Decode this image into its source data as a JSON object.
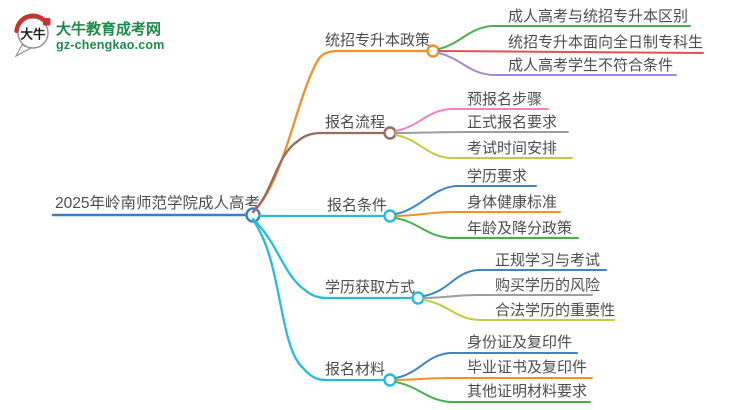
{
  "logo": {
    "icon_text": "大牛",
    "site_name": "大牛教育成考网",
    "site_url": "gz-chengkao.com",
    "brand_green": "#1e8a4a",
    "brand_red": "#c5342f"
  },
  "mindmap": {
    "root": {
      "label": "2025年岭南师范学院成人高考",
      "color": "#3a7fc1"
    },
    "branches": [
      {
        "label": "统招专升本政策",
        "color": "#f0912c",
        "children": [
          {
            "label": "成人高考与统招专升本区别",
            "color": "#4caf50"
          },
          {
            "label": "统招专升本面向全日制专科生",
            "color": "#e05252"
          },
          {
            "label": "成人高考学生不符合条件",
            "color": "#a886d8"
          }
        ]
      },
      {
        "label": "报名流程",
        "color": "#9a6a60",
        "children": [
          {
            "label": "预报名步骤",
            "color": "#ee82c3"
          },
          {
            "label": "正式报名要求",
            "color": "#9e9e9e"
          },
          {
            "label": "考试时间安排",
            "color": "#c3cc3e"
          }
        ]
      },
      {
        "label": "报名条件",
        "color": "#29bcd8",
        "children": [
          {
            "label": "学历要求",
            "color": "#3d85c8"
          },
          {
            "label": "身体健康标准",
            "color": "#f5921e"
          },
          {
            "label": "年龄及降分政策",
            "color": "#46b14b"
          }
        ]
      },
      {
        "label": "学历获取方式",
        "color": "#29bcd8",
        "children": [
          {
            "label": "正规学习与考试",
            "color": "#3d85c8"
          },
          {
            "label": "购买学历的风险",
            "color": "#9e9e9e"
          },
          {
            "label": "合法学历的重要性",
            "color": "#c3cc3e"
          }
        ]
      },
      {
        "label": "报名材料",
        "color": "#29bcd8",
        "children": [
          {
            "label": "身份证及复印件",
            "color": "#3d85c8"
          },
          {
            "label": "毕业证书及复印件",
            "color": "#f5921e"
          },
          {
            "label": "其他证明材料要求",
            "color": "#46b14b"
          }
        ]
      }
    ]
  }
}
